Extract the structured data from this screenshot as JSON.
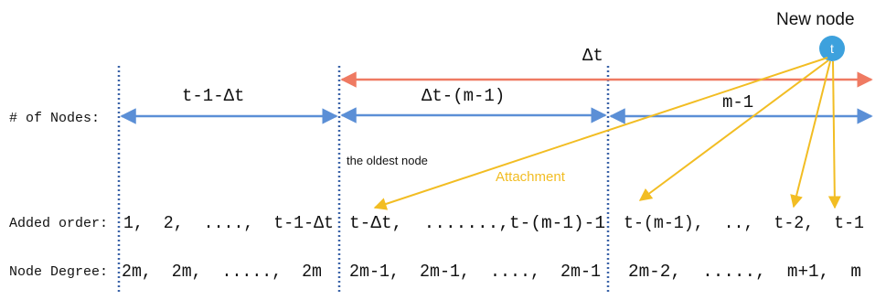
{
  "colors": {
    "blue": "#5b8fd6",
    "red": "#ef7a62",
    "yellow": "#f2bd23",
    "divider": "#3b63a8",
    "node": "#3da1dd",
    "text": "#111111"
  },
  "new_node": {
    "heading": "New node",
    "label": "t"
  },
  "delta_label": "Δt",
  "row_labels": {
    "nodes": "# of Nodes:",
    "order": "Added order:",
    "degree": "Node Degree:"
  },
  "segments": [
    {
      "count": "t-1-Δt",
      "order": "1,  2,  ....,  t-1-Δt",
      "degree": "2m,  2m,  .....,  2m"
    },
    {
      "count": "Δt-(m-1)",
      "order": "t-Δt,  .......,t-(m-1)-1",
      "degree": "2m-1,  2m-1,  ....,  2m-1"
    },
    {
      "count": "m-1",
      "order": "t-(m-1),  ..,  t-2,  t-1",
      "degree": "2m-2,  .....,  m+1,  m"
    }
  ],
  "annotations": {
    "oldest": "the oldest node",
    "attachment": "Attachment"
  }
}
